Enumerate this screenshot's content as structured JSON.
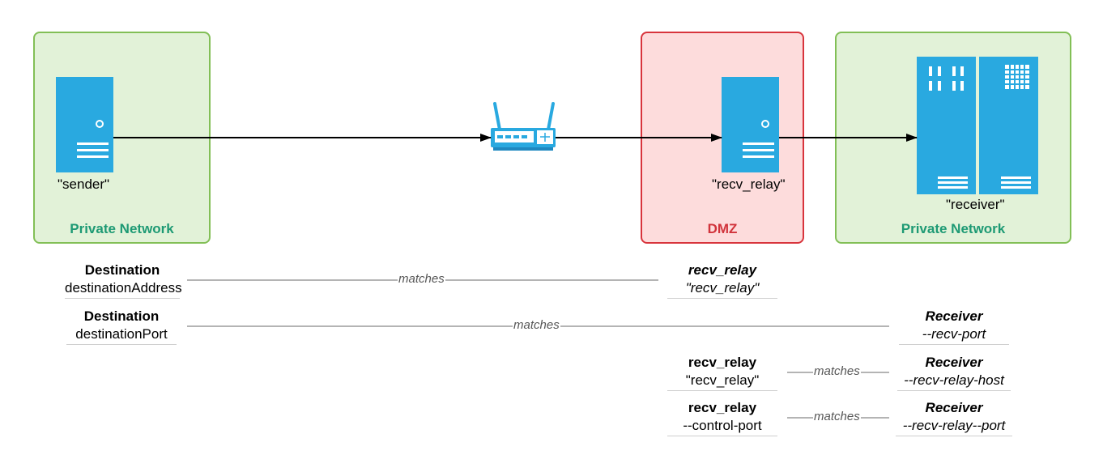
{
  "nodes": {
    "sender": "\"sender\"",
    "relay": "\"recv_relay\"",
    "receiver": "\"receiver\""
  },
  "zones": {
    "left": "Private Network",
    "dmz": "DMZ",
    "right": "Private Network"
  },
  "table": {
    "row1": {
      "left_title": "Destination",
      "left_sub": "destinationAddress",
      "match": "matches",
      "right_title": "recv_relay",
      "right_sub": "\"recv_relay\""
    },
    "row2": {
      "left_title": "Destination",
      "left_sub": "destinationPort",
      "match": "matches",
      "right_title": "Receiver",
      "right_sub": "--recv-port"
    },
    "row3": {
      "left_title": "recv_relay",
      "left_sub": "\"recv_relay\"",
      "match": "matches",
      "right_title": "Receiver",
      "right_sub": "--recv-relay-host"
    },
    "row4": {
      "left_title": "recv_relay",
      "left_sub": "--control-port",
      "match": "matches",
      "right_title": "Receiver",
      "right_sub": "--recv-relay--port"
    }
  },
  "colors": {
    "device": "#29a9e0",
    "green_zone": "#e2f2d8",
    "green_border": "#82bf56",
    "red_zone": "#fddcdc",
    "red_border": "#d8343c"
  }
}
